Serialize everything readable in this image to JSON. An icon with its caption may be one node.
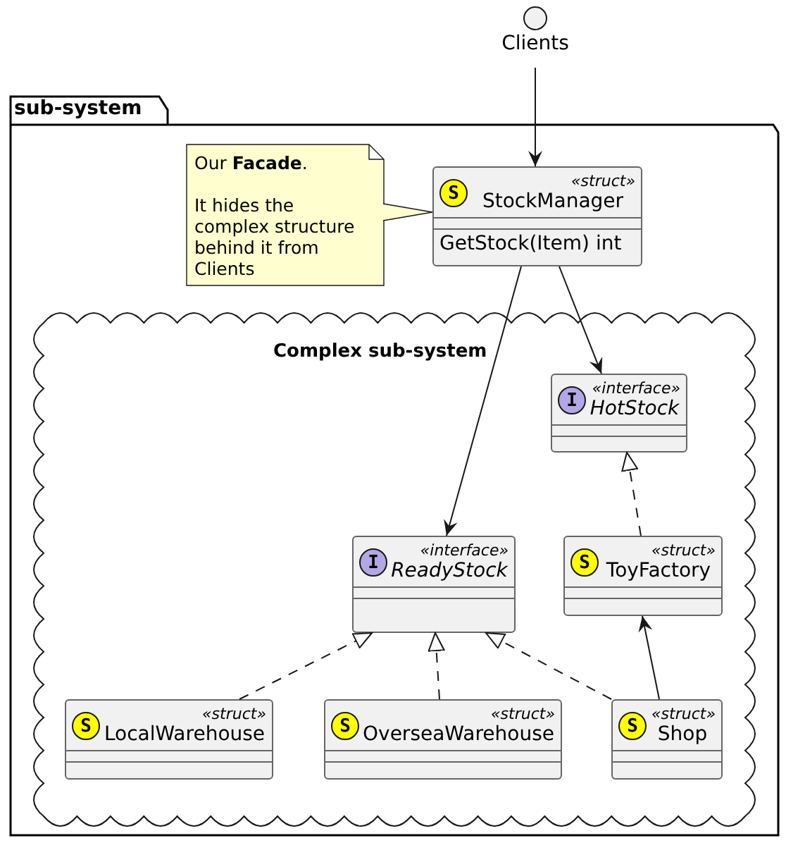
{
  "diagram": {
    "nodes": [
      {
        "text": [
          "Clients"
        ]
      },
      {
        "text": [
          "sub-system"
        ]
      },
      {
        "text": [
          "Our **Facade**.",
          "It hides the complex structure behind it from Clients"
        ],
        "in": 1
      },
      {
        "text": [
          "S",
          "«struct»",
          "StockManager",
          "GetStock(Item) int"
        ],
        "in": 1
      },
      {
        "text": [
          "Complex sub-system"
        ],
        "in": 1
      },
      {
        "text": [
          "I",
          "«interface»",
          "HotStock"
        ],
        "in": 4
      },
      {
        "text": [
          "I",
          "«interface»",
          "ReadyStock"
        ],
        "in": 4
      },
      {
        "text": [
          "S",
          "«struct»",
          "ToyFactory"
        ],
        "in": 4
      },
      {
        "text": [
          "S",
          "«struct»",
          "LocalWarehouse"
        ],
        "in": 4
      },
      {
        "text": [
          "S",
          "«struct»",
          "OverseaWarehouse"
        ],
        "in": 4
      },
      {
        "text": [
          "S",
          "«struct»",
          "Shop"
        ],
        "in": 4
      }
    ],
    "edges": [
      {
        "from": 0,
        "to": 3,
        "arrow": "to"
      },
      {
        "from": 2,
        "to": 3,
        "arrow": "none"
      },
      {
        "from": 3,
        "to": 6,
        "arrow": "to"
      },
      {
        "from": 3,
        "to": 5,
        "arrow": "to"
      },
      {
        "from": 7,
        "to": 5,
        "arrow": "to",
        "style": "dashed"
      },
      {
        "from": 8,
        "to": 6,
        "arrow": "to",
        "style": "dashed"
      },
      {
        "from": 9,
        "to": 6,
        "arrow": "to",
        "style": "dashed"
      },
      {
        "from": 10,
        "to": 6,
        "arrow": "to",
        "style": "dashed"
      },
      {
        "from": 10,
        "to": 7,
        "arrow": "to"
      }
    ]
  }
}
